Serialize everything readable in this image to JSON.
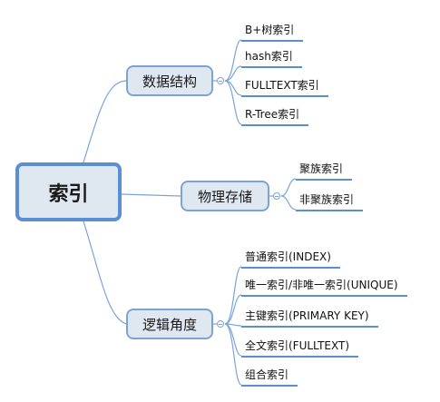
{
  "root": {
    "label": "索引"
  },
  "branches": [
    {
      "label": "数据结构",
      "leaves": [
        "B+树索引",
        "hash索引",
        "FULLTEXT索引",
        "R-Tree索引"
      ]
    },
    {
      "label": "物理存储",
      "leaves": [
        "聚族索引",
        "非聚族索引"
      ]
    },
    {
      "label": "逻辑角度",
      "leaves": [
        "普通索引(INDEX)",
        "唯一索引/非唯一索引(UNIQUE)",
        "主键索引(PRIMARY KEY)",
        "全文索引(FULLTEXT)",
        "组合索引"
      ]
    }
  ],
  "colors": {
    "line": "#7aa4d8",
    "node_fill": "#dfe7f1",
    "root_border": "#5b8fd4",
    "leaf_underline": "#5b8fd4"
  }
}
